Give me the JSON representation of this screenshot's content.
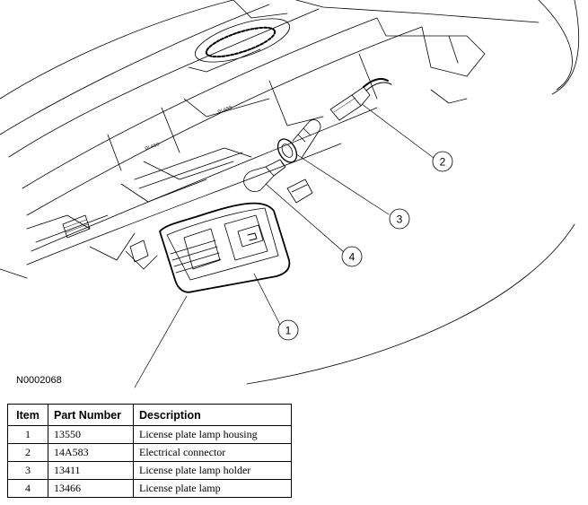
{
  "diagram": {
    "drawing_id": "N0002068",
    "callouts": [
      "1",
      "2",
      "3",
      "4"
    ],
    "stamp_labels": [
      "GLASS",
      "GLASS"
    ]
  },
  "table": {
    "headers": {
      "item": "Item",
      "part_number": "Part Number",
      "description": "Description"
    },
    "rows": [
      {
        "item": "1",
        "part_number": "13550",
        "description": "License plate lamp housing"
      },
      {
        "item": "2",
        "part_number": "14A583",
        "description": "Electrical connector"
      },
      {
        "item": "3",
        "part_number": "13411",
        "description": "License plate lamp holder"
      },
      {
        "item": "4",
        "part_number": "13466",
        "description": "License plate lamp"
      }
    ]
  }
}
